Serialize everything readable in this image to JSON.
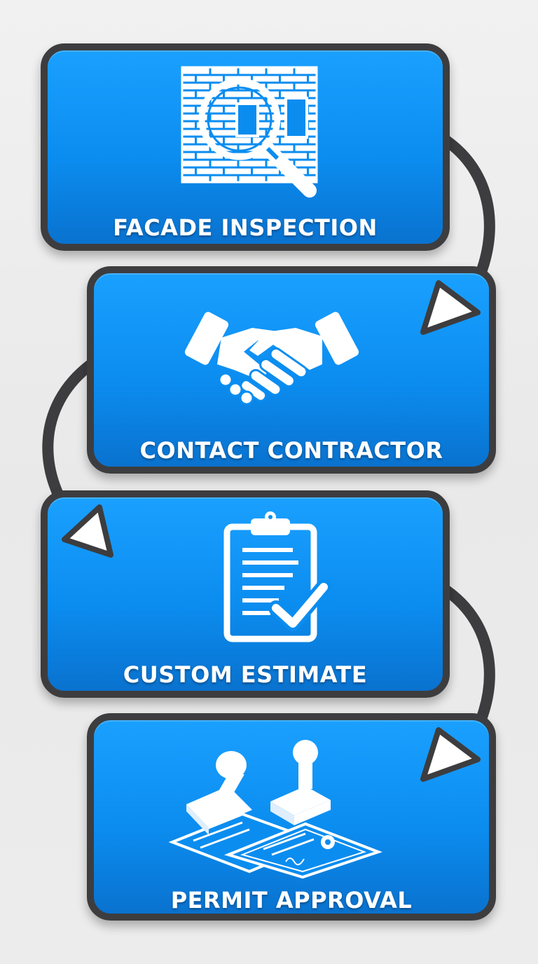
{
  "colors": {
    "card_fill": "#0b8df0",
    "card_border": "#3d3d3f",
    "text": "#ffffff",
    "connector": "#3d3d3f",
    "arrowhead_fill": "#ffffff"
  },
  "steps": [
    {
      "label": "FACADE INSPECTION",
      "icon": "magnifier-brick-wall-icon"
    },
    {
      "label": "CONTACT CONTRACTOR",
      "icon": "handshake-icon"
    },
    {
      "label": "CUSTOM ESTIMATE",
      "icon": "clipboard-checklist-icon"
    },
    {
      "label": "PERMIT APPROVAL",
      "icon": "stamp-document-icon"
    }
  ]
}
